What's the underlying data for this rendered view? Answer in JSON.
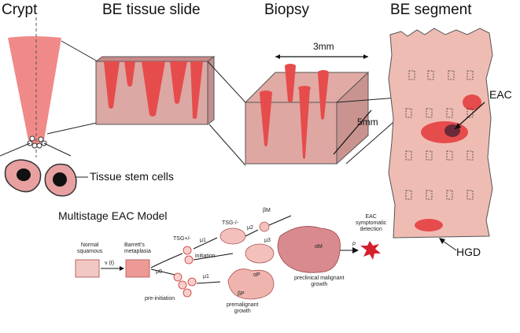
{
  "headers": {
    "crypt": "Crypt",
    "be_tissue_slide": "BE tissue slide",
    "biopsy": "Biopsy",
    "be_segment": "BE segment"
  },
  "labels": {
    "tissue_stem_cells": "Tissue stem cells",
    "dim_3mm": "3mm",
    "dim_5mm": "5mm",
    "eac": "EAC",
    "hgd": "HGD",
    "model_title": "Multistage EAC Model"
  },
  "model": {
    "normal_squamous": [
      "Normal",
      "squamous"
    ],
    "barretts_metaplasia": [
      "Barrett's",
      "metaplasia"
    ],
    "nu_t": "ν (t)",
    "tsg_pm": "TSG+/-",
    "tsg_mm": "TSG-/-",
    "mu0": "μ0",
    "mu1": "μ1",
    "mu2": "μ2",
    "mu3": "μ3",
    "beta_m": "βM",
    "alpha_p": "αP",
    "beta_p": "βP",
    "alpha_m": "αM",
    "rho": "ρ",
    "initiation": "initiation",
    "pre_initiation": "pre-initiation",
    "premalignant_growth": [
      "premalignant",
      "growth"
    ],
    "preclinical_malignant_growth": [
      "preclinical malignant",
      "growth"
    ],
    "eac_detection": [
      "EAC",
      "symptomatic",
      "detection"
    ]
  },
  "colors": {
    "tissue": "#f2c5bd",
    "crypt_red": "#e64c4c",
    "segment_pink": "#efbcb3"
  }
}
